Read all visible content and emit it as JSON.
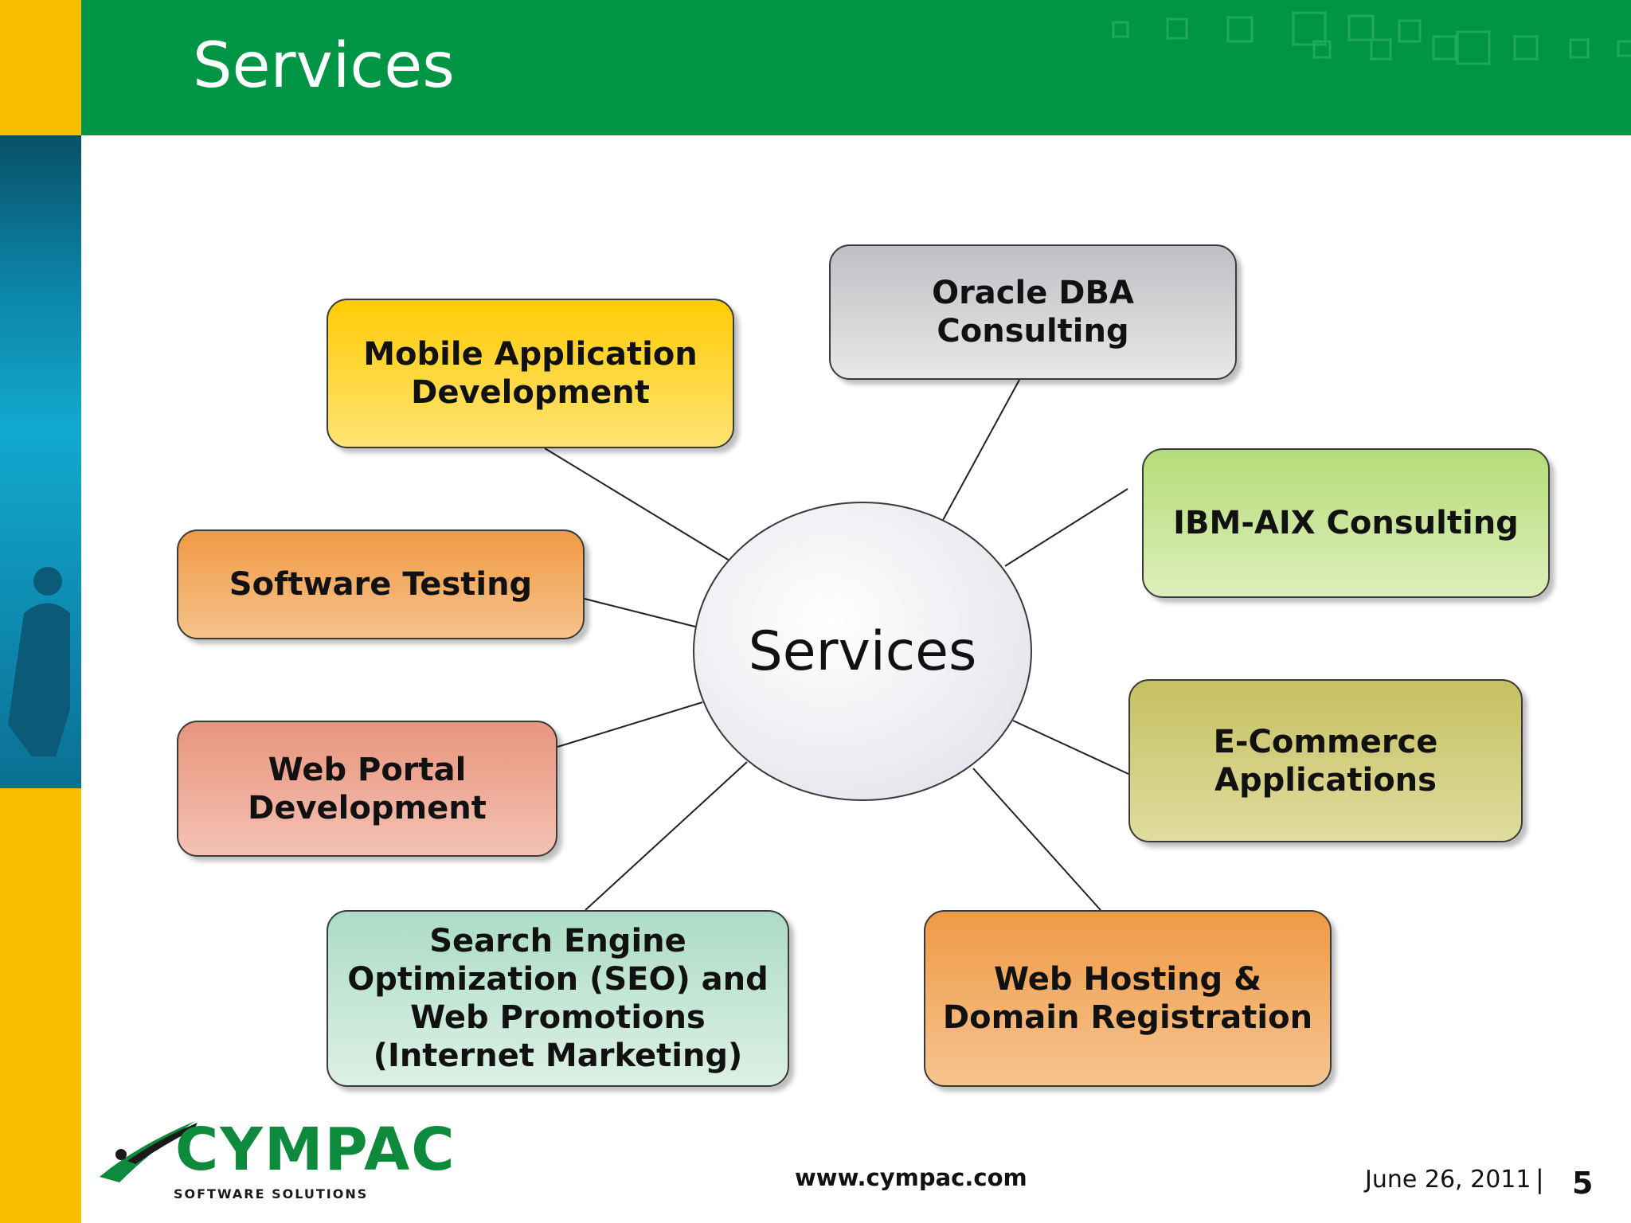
{
  "slide": {
    "title": "Services",
    "footer": {
      "url": "www.cympac.com",
      "date": "June 26, 2011",
      "separator": "|",
      "page_number": "5"
    },
    "logo": {
      "wordmark": "CYMPAC",
      "tagline": "SOFTWARE SOLUTIONS"
    }
  },
  "diagram": {
    "center_label": "Services",
    "nodes": [
      {
        "id": "mobile",
        "label": "Mobile Application Development",
        "color": "#ffcb05"
      },
      {
        "id": "oracle",
        "label": "Oracle DBA Consulting",
        "color": "#bfbfc3"
      },
      {
        "id": "ibm",
        "label": "IBM-AIX Consulting",
        "color": "#b5dc78"
      },
      {
        "id": "testing",
        "label": "Software Testing",
        "color": "#f09a45"
      },
      {
        "id": "ecommerce",
        "label": "E-Commerce Applications",
        "color": "#c5c060"
      },
      {
        "id": "webportal",
        "label": "Web Portal Development",
        "color": "#e8957d"
      },
      {
        "id": "seo",
        "label": "Search Engine Optimization (SEO) and Web Promotions (Internet Marketing)",
        "color": "#acdcc5"
      },
      {
        "id": "hosting",
        "label": "Web Hosting & Domain Registration",
        "color": "#ef9a44"
      }
    ]
  },
  "colors": {
    "header": "#009544",
    "accent": "#f7be00"
  }
}
